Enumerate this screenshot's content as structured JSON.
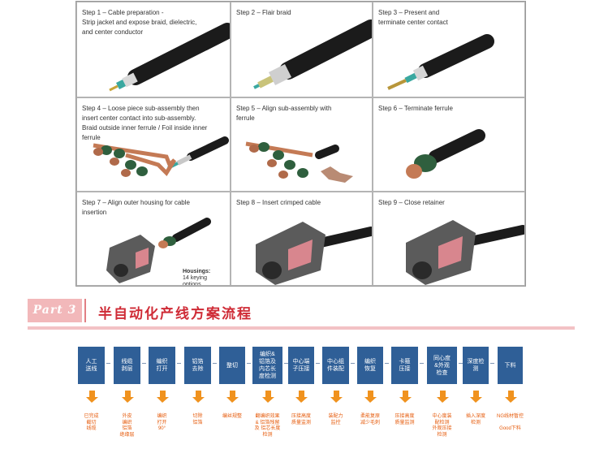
{
  "steps": [
    {
      "caption": "Step 1 – Cable preparation -\nStrip jacket and expose braid, dielectric,\nand center conductor"
    },
    {
      "caption": "Step 2 – Flair braid"
    },
    {
      "caption": "Step 3 – Present and\nterminate center contact"
    },
    {
      "caption": "Step 4 – Loose piece sub-assembly then\ninsert center contact into sub-assembly.\nBraid outside inner ferrule / Foil inside inner\nferrule"
    },
    {
      "caption": "Step 5 – Align sub-assembly with\nferrule"
    },
    {
      "caption": "Step 6 – Terminate ferrule"
    },
    {
      "caption": "Step 7 – Align outer housing for cable\ninsertion"
    },
    {
      "caption": "Step 8 – Insert crimped cable"
    },
    {
      "caption": "Step 9 – Close retainer"
    }
  ],
  "housing_note": {
    "title": "Housings:",
    "line1": "14 keying",
    "line2": "options"
  },
  "part": {
    "label": "Part 3",
    "title": "半自动化产线方案流程"
  },
  "flow": [
    {
      "label": "人工\n送线",
      "result": "已完成\n截切\n线缆"
    },
    {
      "label": "线缆\n剥层",
      "result": "外皮\n编织\n铝箔\n绝缘层"
    },
    {
      "label": "编织\n打开",
      "result": "编织\n打开\n90°"
    },
    {
      "label": "铝箔\n去除",
      "result": "切除\n铝箔"
    },
    {
      "label": "整切",
      "result": "编丝规整"
    },
    {
      "label": "编织&\n铝箔及\n内芯长\n度检测",
      "result": "翻编织效果\n& 铝箔残留\n及 铝芯长度\n检测"
    },
    {
      "label": "中心端\n子压接",
      "result": "压接高度\n质量监测"
    },
    {
      "label": "中心组\n件装配",
      "result": "装配力\n监控"
    },
    {
      "label": "编织\n恢复",
      "result": "柔能复原\n减少毛刺"
    },
    {
      "label": "卡箍\n压接",
      "result": "压接高度\n质量监测"
    },
    {
      "label": "同心度\n&外观\n检查",
      "result": "中心度装\n配检测\n外观压接\n检测"
    },
    {
      "label": "深度检\n测",
      "result": "插入深度\n检测"
    },
    {
      "label": "下料",
      "result": "NG线材暂控\n\nGood下料"
    }
  ],
  "colors": {
    "flow_box": "#2f5f97",
    "arrow": "#f0921e",
    "result_text": "#e65c0d",
    "title_red": "#cf2b36",
    "part_pink": "#f2b8ba"
  }
}
